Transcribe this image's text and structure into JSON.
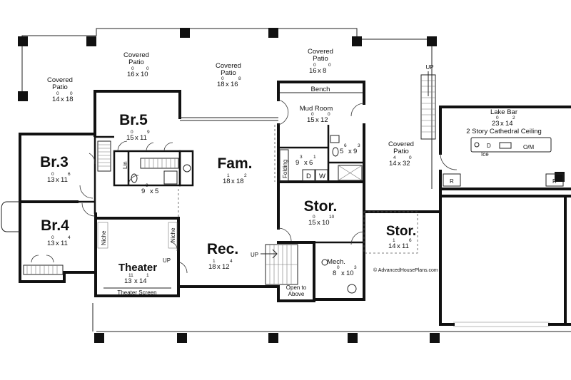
{
  "rooms": {
    "patio_left": {
      "line1": "Covered",
      "line2": "Patio",
      "dim_a": "14",
      "sup_a": "0",
      "dim_b": "18",
      "sup_b": "0"
    },
    "patio_br5": {
      "line1": "Covered",
      "line2": "Patio",
      "dim_a": "16",
      "sup_a": "0",
      "dim_b": "10",
      "sup_b": "0"
    },
    "patio_fam": {
      "line1": "Covered",
      "line2": "Patio",
      "dim_a": "18",
      "sup_a": "0",
      "dim_b": "16",
      "sup_b": "8"
    },
    "patio_mud": {
      "line1": "Covered",
      "line2": "Patio",
      "dim_a": "16",
      "sup_a": "0",
      "dim_b": "8",
      "sup_b": "0"
    },
    "patio_side": {
      "line1": "Covered",
      "line2": "Patio",
      "dim_a": "14",
      "sup_a": "4",
      "dim_b": "32",
      "sup_b": "0"
    },
    "br5": {
      "name": "Br.5",
      "dim_a": "15",
      "sup_a": "0",
      "dim_b": "11",
      "sup_b": "9"
    },
    "br3": {
      "name": "Br.3",
      "dim_a": "13",
      "sup_a": "0",
      "dim_b": "11",
      "sup_b": "6"
    },
    "br4": {
      "name": "Br.4",
      "dim_a": "13",
      "sup_a": "0",
      "dim_b": "11",
      "sup_b": "4"
    },
    "fam": {
      "name": "Fam.",
      "dim_a": "18",
      "sup_a": "1",
      "dim_b": "18",
      "sup_b": "2"
    },
    "rec": {
      "name": "Rec.",
      "dim_a": "18",
      "sup_a": "1",
      "dim_b": "12",
      "sup_b": "4"
    },
    "theater": {
      "name": "Theater",
      "dim_a": "13",
      "sup_a": "11",
      "dim_b": "14",
      "sup_b": "1"
    },
    "mud": {
      "name": "Mud Room",
      "dim_a": "15",
      "sup_a": "0",
      "dim_b": "12",
      "sup_b": "0"
    },
    "stor1": {
      "name": "Stor.",
      "dim_a": "15",
      "sup_a": "0",
      "dim_b": "10",
      "sup_b": "10"
    },
    "stor2": {
      "name": "Stor.",
      "dim_a": "14",
      "sup_a": "1",
      "dim_b": "11",
      "sup_b": "6"
    },
    "mech": {
      "name": "Mech.",
      "dim_a": "8",
      "sup_a": "0",
      "dim_b": "10",
      "sup_b": "3"
    },
    "bath1": {
      "dim_a": "9",
      "sup_a": "0",
      "dim_b": "5",
      "sup_b": ""
    },
    "laundry": {
      "dim_a": "9",
      "sup_a": "3",
      "dim_b": "6",
      "sup_b": "1"
    },
    "bath2": {
      "dim_a": "5",
      "sup_a": "6",
      "dim_b": "9",
      "sup_b": "3"
    },
    "lakebar": {
      "name": "Lake Bar",
      "dim_a": "23",
      "sup_a": "0",
      "dim_b": "14",
      "sup_b": "2",
      "note": "2 Story Cathedral Ceiling"
    }
  },
  "labels": {
    "bench": "Bench",
    "folding": "Folding",
    "dryer": "D",
    "washer": "W",
    "lin": "Lin",
    "niche_left": "Niche",
    "niche_right": "Niche",
    "theater_screen": "Theater Screen",
    "up_patio": "UP",
    "up_rec": "UP",
    "up_theater": "UP",
    "open_line1": "Open to",
    "open_line2": "Above",
    "ice": "Ice",
    "dishwasher": "D",
    "om": "O/M",
    "r_left": "R",
    "r_right": "R",
    "copyright": "© AdvancedHousePlans.com"
  }
}
